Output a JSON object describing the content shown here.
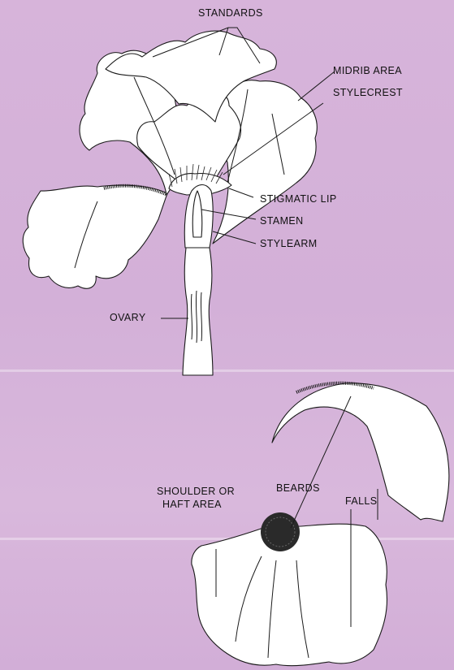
{
  "colors": {
    "background": "#d6b3d9",
    "line": "#1a1a1a",
    "petal": "#ffffff"
  },
  "labels": {
    "standards": "STANDARDS",
    "midrib_area": "MIDRIB AREA",
    "stylecrest": "STYLECREST",
    "stigmatic_lip": "STIGMATIC LIP",
    "stamen": "STAMEN",
    "stylearm": "STYLEARM",
    "ovary": "OVARY",
    "shoulder_line1": "SHOULDER OR",
    "shoulder_line2": "HAFT AREA",
    "beards": "BEARDS",
    "falls": "FALLS"
  }
}
